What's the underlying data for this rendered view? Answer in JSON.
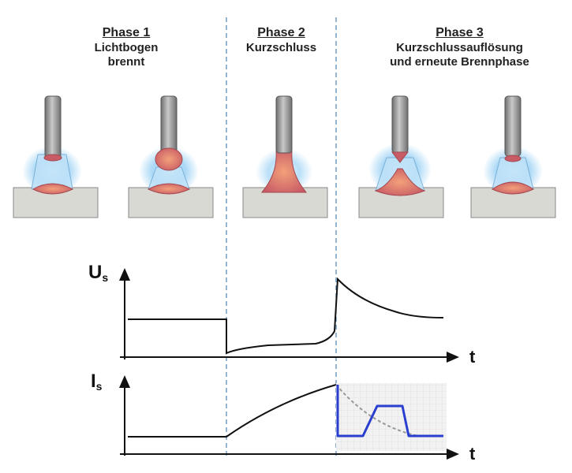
{
  "phases": [
    {
      "number": "Phase 1",
      "description": [
        "Lichtbogen brennt"
      ]
    },
    {
      "number": "Phase 2",
      "description": [
        "Kurzschluss"
      ]
    },
    {
      "number": "Phase 3",
      "description": [
        "Kurzschlussauflösung",
        "und erneute Brennphase"
      ]
    }
  ],
  "voltage_axis": {
    "symbol": "U",
    "subscript": "s"
  },
  "current_axis": {
    "symbol": "I",
    "subscript": "s"
  },
  "time_label": "t",
  "colors": {
    "arc_glow": "#9fd3f5",
    "molten_metal": "#d9767a",
    "electrode": "#9a9a9a",
    "workpiece": "#d9d9d4",
    "divider": "#5b8db8",
    "current_pulse": "#2a3fcf",
    "curve": "#111111"
  }
}
